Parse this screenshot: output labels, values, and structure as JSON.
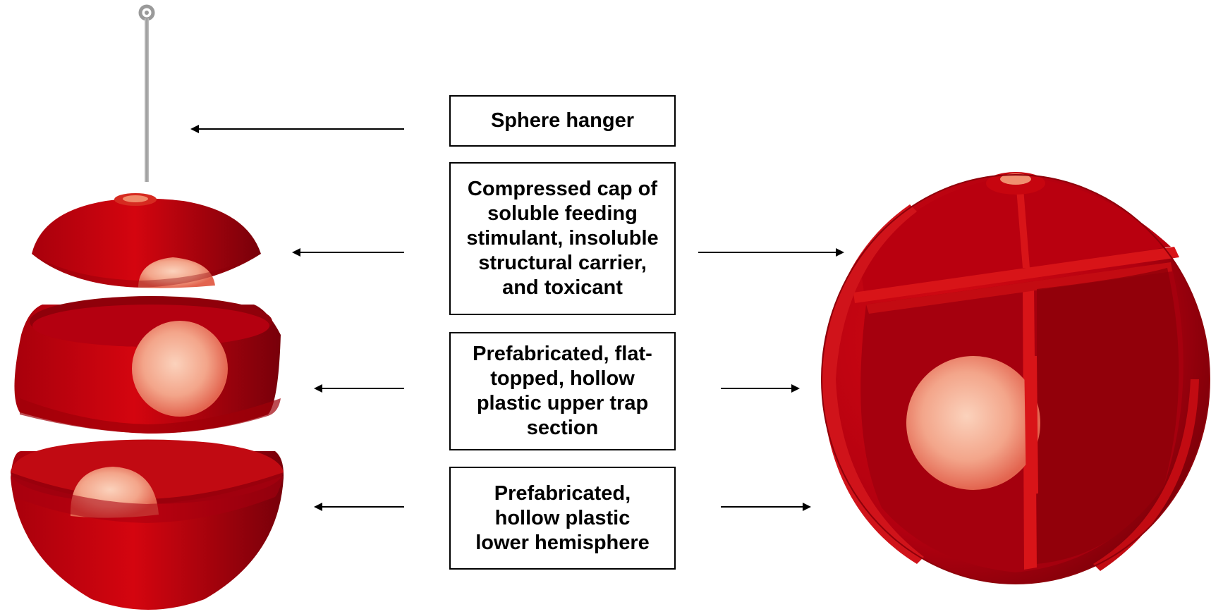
{
  "labels": {
    "sphere_hanger": "Sphere hanger",
    "cap": [
      "Compressed cap of",
      "soluble feeding",
      "stimulant, insoluble",
      "structural carrier,",
      "and toxicant"
    ],
    "upper_section": [
      "Prefabricated, flat-",
      "topped, hollow",
      "plastic upper trap",
      "section"
    ],
    "lower_hemisphere": [
      "Prefabricated,",
      "hollow plastic",
      "lower hemisphere"
    ]
  },
  "colors": {
    "shell_dark": "#7a0008",
    "shell_mid": "#c0000f",
    "shell_light": "#e01a1a",
    "bait_light": "#f6b79a",
    "hanger": "#aaaaaa",
    "arrow": "#000000"
  }
}
